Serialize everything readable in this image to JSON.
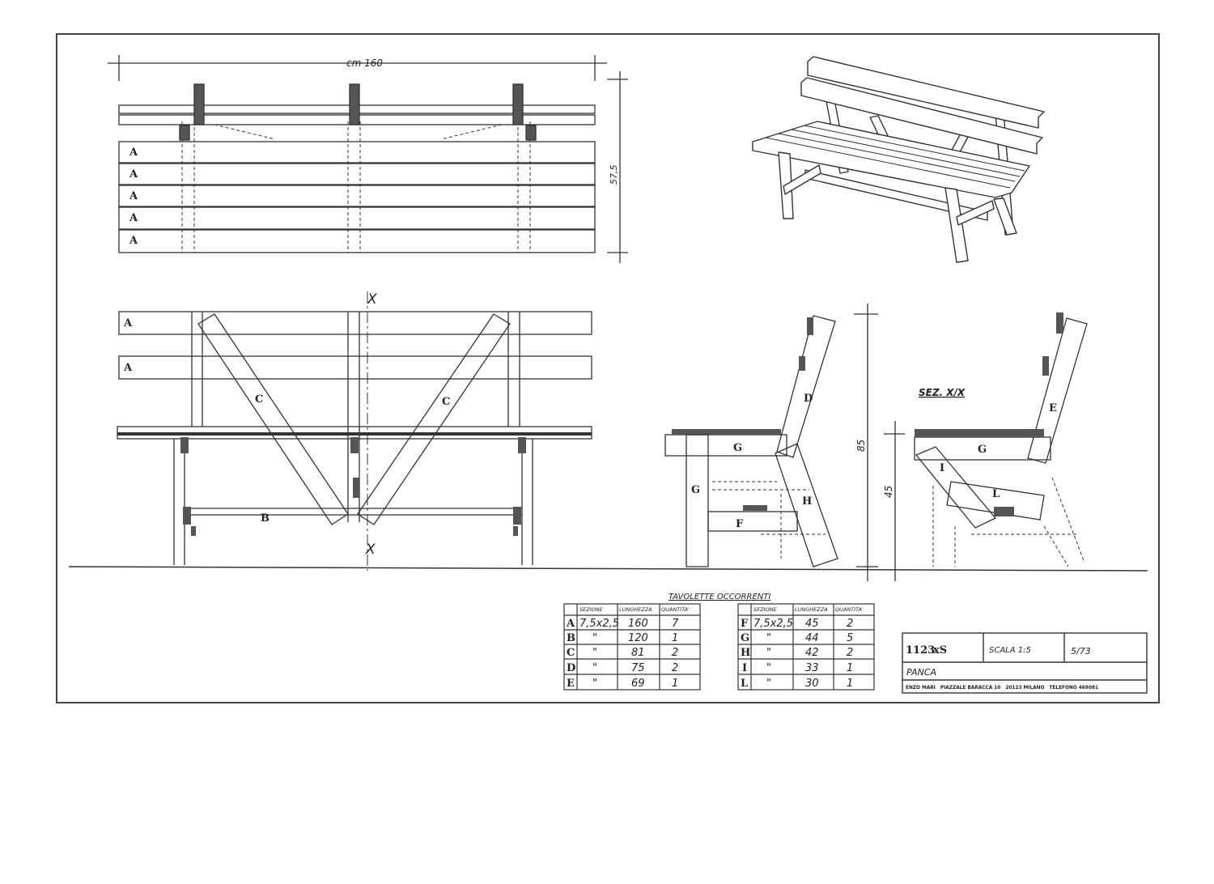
{
  "dimensions": {
    "width_label": "cm 160",
    "depth_label": "57,5",
    "height_total": "85",
    "seat_height": "45"
  },
  "section_marks": {
    "top": "X",
    "bottom": "X",
    "section_label": "SEZ. X/X"
  },
  "front_labels": {
    "a1": "A",
    "a2": "A",
    "c_left": "C",
    "c_right": "C",
    "b": "B"
  },
  "plan_labels": [
    "A",
    "A",
    "A",
    "A",
    "A"
  ],
  "side_labels": {
    "d": "D",
    "g_top": "G",
    "g_leg": "G",
    "h": "H",
    "f": "F"
  },
  "section_labels": {
    "e": "E",
    "g": "G",
    "i": "I",
    "l": "L"
  },
  "parts_table": {
    "title": "TAVOLETTE OCCORRENTI",
    "headers": [
      "SEZIONE",
      "LUNGHEZZA",
      "QUANTITA'"
    ],
    "left": [
      {
        "part": "A",
        "section": "7,5x2,5",
        "length": "160",
        "qty": "7"
      },
      {
        "part": "B",
        "section": "\"",
        "length": "120",
        "qty": "1"
      },
      {
        "part": "C",
        "section": "\"",
        "length": "81",
        "qty": "2"
      },
      {
        "part": "D",
        "section": "\"",
        "length": "75",
        "qty": "2"
      },
      {
        "part": "E",
        "section": "\"",
        "length": "69",
        "qty": "1"
      }
    ],
    "right": [
      {
        "part": "F",
        "section": "7,5x2,5",
        "length": "45",
        "qty": "2"
      },
      {
        "part": "G",
        "section": "\"",
        "length": "44",
        "qty": "5"
      },
      {
        "part": "H",
        "section": "\"",
        "length": "42",
        "qty": "2"
      },
      {
        "part": "I",
        "section": "\"",
        "length": "33",
        "qty": "1"
      },
      {
        "part": "L",
        "section": "\"",
        "length": "30",
        "qty": "1"
      }
    ]
  },
  "title_block": {
    "code_number": "1123",
    "code_suffix": "xS",
    "scale": "SCALA 1:5",
    "date": "5/73",
    "name": "PANCA",
    "footer": "ENZO MARI   PIAZZALE BARACCA 10   20123 MILANO   TELEFONO 469081"
  }
}
